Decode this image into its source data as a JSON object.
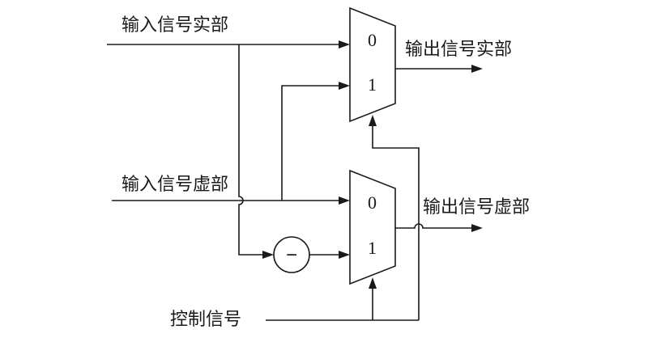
{
  "inputs": {
    "real_in": "输入信号实部",
    "imag_in": "输入信号虚部",
    "control": "控制信号"
  },
  "outputs": {
    "real_out": "输出信号实部",
    "imag_out": "输出信号虚部"
  },
  "mux_top": {
    "port0": "0",
    "port1": "1"
  },
  "mux_bottom": {
    "port0": "0",
    "port1": "1"
  },
  "negate": {
    "symbol": "−"
  }
}
